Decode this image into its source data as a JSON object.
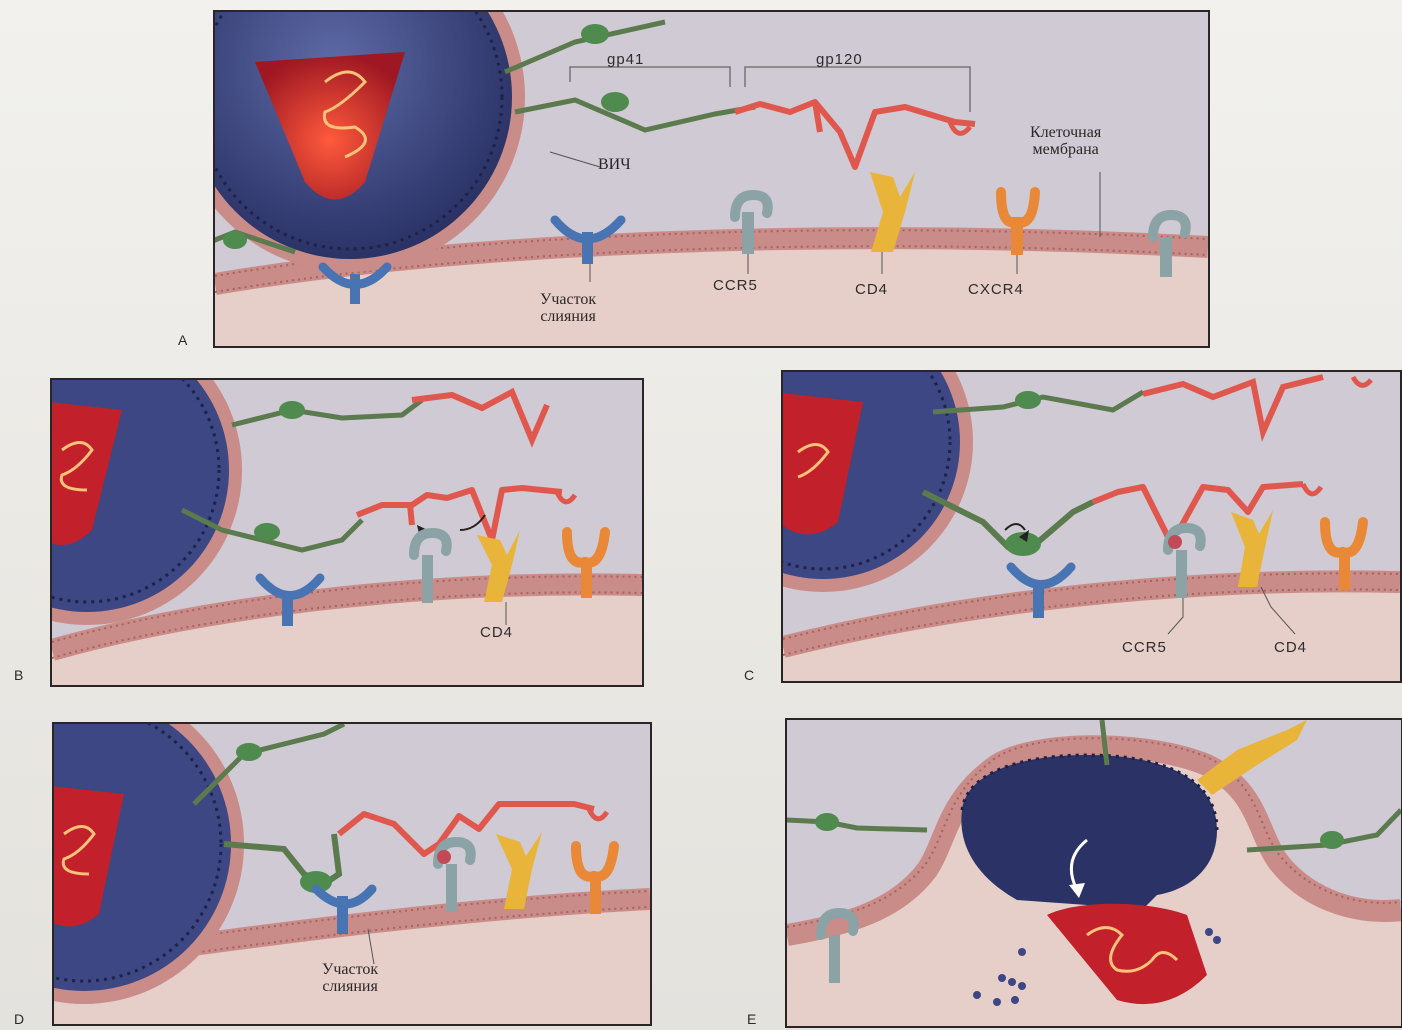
{
  "panel_letters": {
    "a": "A",
    "b": "B",
    "c": "C",
    "d": "D",
    "e": "E"
  },
  "labels": {
    "gp41": "gp41",
    "gp120": "gp120",
    "hiv": "ВИЧ",
    "cell_membrane": [
      "Клеточная",
      "мембрана"
    ],
    "fusion_site": [
      "Участок",
      "слияния"
    ],
    "ccr5": "CCR5",
    "cd4": "CD4",
    "cxcr4": "CXCR4"
  },
  "colors": {
    "background": "#cfcad3",
    "cell_interior": "#e7cfc9",
    "membrane": "#c98c88",
    "capsid_red": "#c2202a",
    "virion_blue": "#35407a",
    "gp41_green": "#5b7a4e",
    "gp120_red": "#e0574d",
    "fusion_site_blue": "#4874b4",
    "ccr5_grey": "#8ba3a6",
    "cd4_yellow": "#e8b43a",
    "cxcr4_orange": "#e98836"
  }
}
